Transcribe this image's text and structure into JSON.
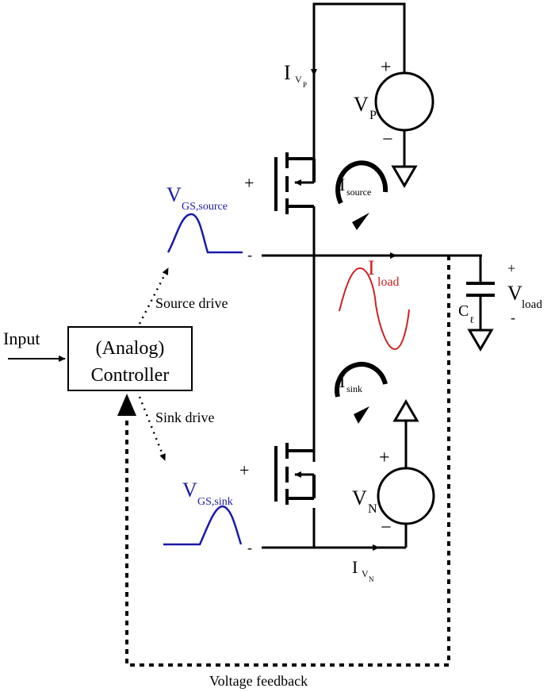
{
  "labels": {
    "i_vp": "I",
    "i_vp_sub": "V",
    "i_vp_subsub": "P",
    "vp": "V",
    "vp_sub": "P",
    "vp_plus": "+",
    "vp_minus": "−",
    "i_source": "I",
    "i_source_sub": "source",
    "vgs_source": "V",
    "vgs_source_sub": "GS,source",
    "source_plus": "+",
    "source_minus": "-",
    "i_load": "I",
    "i_load_sub": "load",
    "v_load_plus": "+",
    "v_load": "V",
    "v_load_sub": "load",
    "v_load_minus": "-",
    "c_l": "C",
    "c_l_sub": "ℓ",
    "source_drive": "Source drive",
    "input": "Input",
    "controller_line1": "(Analog)",
    "controller_line2": "Controller",
    "sink_drive": "Sink drive",
    "i_sink": "I",
    "i_sink_sub": "sink",
    "vn": "V",
    "vn_sub": "N",
    "vn_plus": "+",
    "vn_minus": "−",
    "vgs_sink": "V",
    "vgs_sink_sub": "GS,sink",
    "sink_plus": "+",
    "sink_minus": "-",
    "i_vn": "I",
    "i_vn_sub": "V",
    "i_vn_subsub": "N",
    "voltage_feedback": "Voltage feedback"
  },
  "colors": {
    "wire": "#000000",
    "gate_drive": "#1a1aa8",
    "load_current": "#cc2222"
  }
}
